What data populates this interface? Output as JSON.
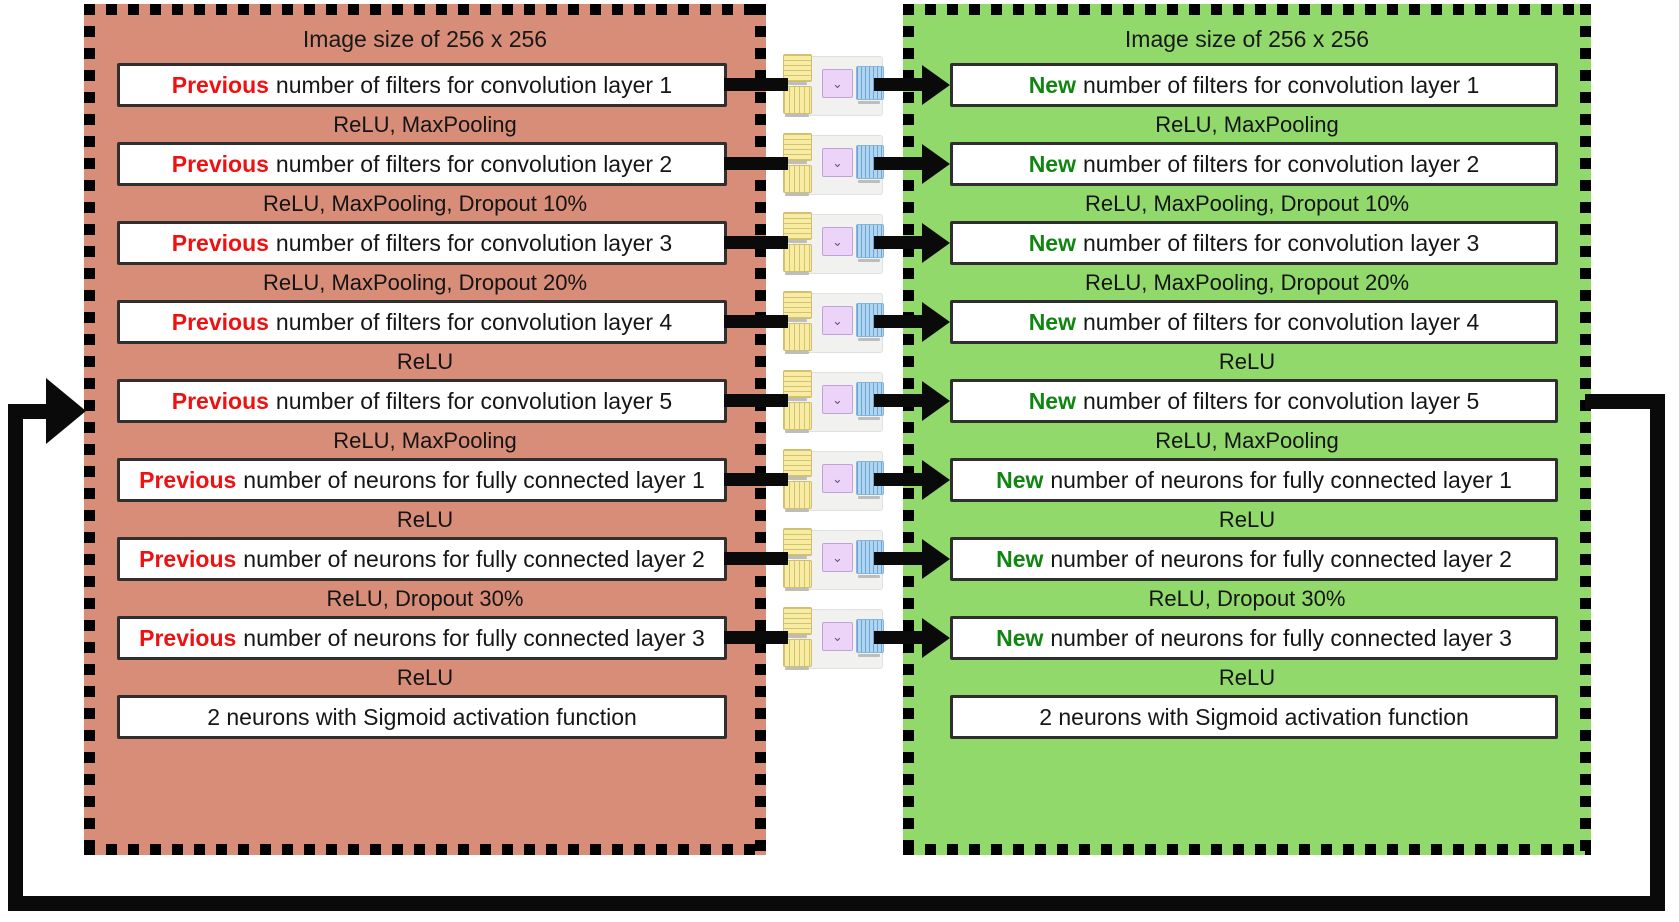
{
  "diagram": {
    "left_panel": {
      "title": "Image size of 256 x 256",
      "keyword": "Previous",
      "keyword_color": "#ee1111",
      "background_color": "#d78d78",
      "rows": [
        {
          "box": "number of filters for convolution layer 1",
          "after": "ReLU, MaxPooling"
        },
        {
          "box": "number of filters for convolution layer 2",
          "after": "ReLU, MaxPooling, Dropout 10%"
        },
        {
          "box": "number of filters for convolution layer 3",
          "after": "ReLU, MaxPooling, Dropout 20%"
        },
        {
          "box": "number of filters for convolution layer 4",
          "after": "ReLU"
        },
        {
          "box": "number of filters for convolution layer 5",
          "after": "ReLU, MaxPooling"
        },
        {
          "box": "number of neurons for fully connected layer 1",
          "after": "ReLU"
        },
        {
          "box": "number of neurons for fully connected layer 2",
          "after": "ReLU, Dropout 30%"
        },
        {
          "box": "number of neurons for fully connected layer 3",
          "after": "ReLU"
        }
      ],
      "final_box": "2 neurons with Sigmoid activation function"
    },
    "right_panel": {
      "title": "Image size of 256 x 256",
      "keyword": "New",
      "keyword_color": "#118511",
      "background_color": "#91d96b",
      "rows": [
        {
          "box": "number of filters for convolution layer 1",
          "after": "ReLU, MaxPooling"
        },
        {
          "box": "number of filters for convolution layer 2",
          "after": "ReLU, MaxPooling, Dropout 10%"
        },
        {
          "box": "number of filters for convolution layer 3",
          "after": "ReLU, MaxPooling, Dropout 20%"
        },
        {
          "box": "number of filters for convolution layer 4",
          "after": "ReLU"
        },
        {
          "box": "number of filters for convolution layer 5",
          "after": "ReLU, MaxPooling"
        },
        {
          "box": "number of neurons for fully connected layer 1",
          "after": "ReLU"
        },
        {
          "box": "number of neurons for fully connected layer 2",
          "after": "ReLU, Dropout 30%"
        },
        {
          "box": "number of neurons for fully connected layer 3",
          "after": "ReLU"
        }
      ],
      "final_box": "2 neurons with Sigmoid activation function"
    },
    "middle": {
      "icons": {
        "input_files": "stacked-yellow-document-icons",
        "operation": "purple-window-chevron-icon",
        "output": "blue-table-icon",
        "row_connector": "thick-right-arrow"
      },
      "chevron_glyph": "⌄"
    },
    "colors": {
      "arrow_black": "#0a0a0a",
      "panel_dash_border": "#000000",
      "box_border": "#2f2f2f"
    }
  }
}
